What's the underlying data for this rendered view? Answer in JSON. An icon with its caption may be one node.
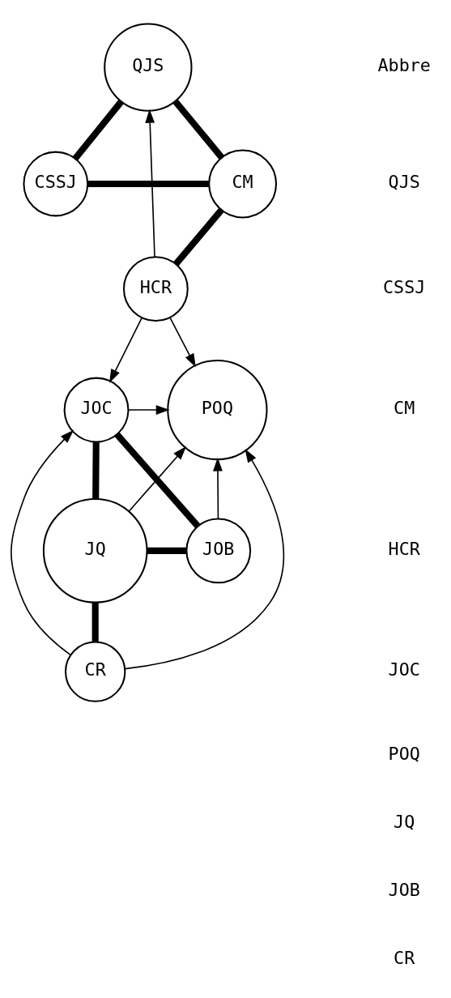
{
  "diagram": {
    "nodes": [
      {
        "text": [
          "QJS"
        ]
      },
      {
        "text": [
          "CSSJ"
        ]
      },
      {
        "text": [
          "CM"
        ]
      },
      {
        "text": [
          "HCR"
        ]
      },
      {
        "text": [
          "JOC"
        ]
      },
      {
        "text": [
          "POQ"
        ]
      },
      {
        "text": [
          "JQ"
        ]
      },
      {
        "text": [
          "JOB"
        ]
      },
      {
        "text": [
          "CR"
        ]
      }
    ],
    "edges": [
      {
        "from": 0,
        "to": 1,
        "arrow": "none",
        "style": "thick"
      },
      {
        "from": 0,
        "to": 2,
        "arrow": "none",
        "style": "thick"
      },
      {
        "from": 1,
        "to": 2,
        "arrow": "none",
        "style": "thick"
      },
      {
        "from": 3,
        "to": 0,
        "arrow": "to"
      },
      {
        "from": 2,
        "to": 3,
        "arrow": "none",
        "style": "thick"
      },
      {
        "from": 3,
        "to": 4,
        "arrow": "to"
      },
      {
        "from": 3,
        "to": 5,
        "arrow": "to"
      },
      {
        "from": 4,
        "to": 5,
        "arrow": "to"
      },
      {
        "from": 6,
        "to": 4,
        "arrow": "none",
        "style": "thick"
      },
      {
        "from": 6,
        "to": 5,
        "arrow": "to"
      },
      {
        "from": 4,
        "to": 7,
        "arrow": "none",
        "style": "thick"
      },
      {
        "from": 8,
        "to": 4,
        "arrow": "to"
      },
      {
        "from": 8,
        "to": 5,
        "arrow": "to"
      },
      {
        "from": 7,
        "to": 5,
        "arrow": "to"
      },
      {
        "from": 6,
        "to": 7,
        "arrow": "none",
        "style": "thick"
      },
      {
        "from": 6,
        "to": 8,
        "arrow": "none",
        "style": "thick"
      }
    ],
    "labels": [
      "Abbre",
      "QJS",
      "CSSJ",
      "CM",
      "HCR",
      "JOC",
      "POQ",
      "JQ",
      "JOB",
      "CR"
    ]
  }
}
